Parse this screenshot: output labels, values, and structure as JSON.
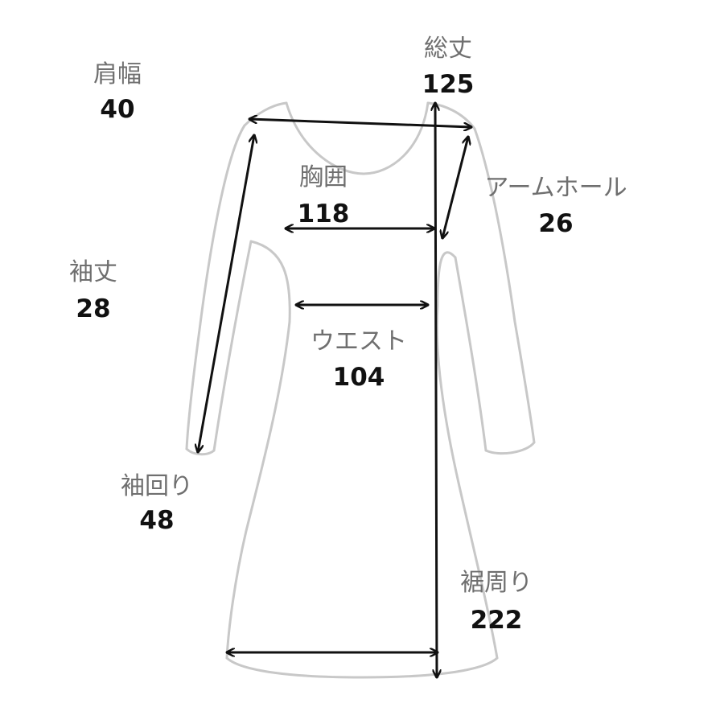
{
  "measurements": {
    "shoulder_width": {
      "label": "肩幅",
      "value": "40"
    },
    "total_length": {
      "label": "総丈",
      "value": "125"
    },
    "bust": {
      "label": "胸囲",
      "value": "118"
    },
    "armhole": {
      "label": "アームホール",
      "value": "26"
    },
    "sleeve_length": {
      "label": "袖丈",
      "value": "28"
    },
    "waist": {
      "label": "ウエスト",
      "value": "104"
    },
    "sleeve_circ": {
      "label": "袖回り",
      "value": "48"
    },
    "hem_circ": {
      "label": "裾周り",
      "value": "222"
    }
  }
}
